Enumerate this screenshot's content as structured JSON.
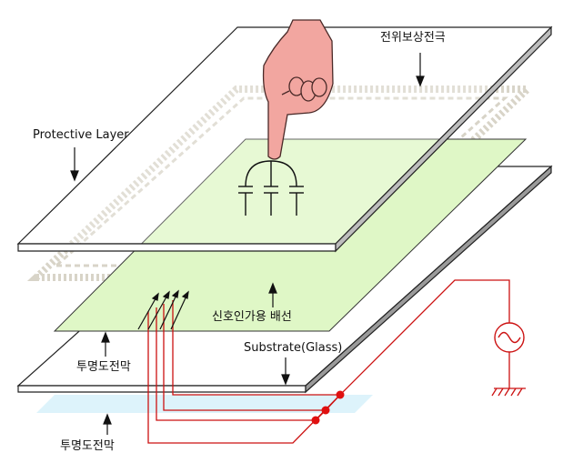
{
  "labels": {
    "compensation_electrode": "전위보상전극",
    "protective_layer": "Protective Layer",
    "signal_wiring": "신호인가용 배선",
    "transparent_film_top": "투명도전막",
    "substrate": "Substrate(Glass)",
    "transparent_film_bottom": "투명도전막"
  },
  "colors": {
    "green_layer": "#dff7c6",
    "wiring_red": "#cc1111",
    "node_red": "#e01010",
    "finger_skin": "#f2a6a0",
    "substrate_edge": "#9a9a9a",
    "electrode_pattern": "#d8d4c8",
    "light_blue_film": "#ddf3fb"
  },
  "icons": {
    "finger": "pointing-finger-icon",
    "ac_source": "ac-source-icon",
    "ground": "ground-icon",
    "capacitor": "capacitor-icon"
  }
}
